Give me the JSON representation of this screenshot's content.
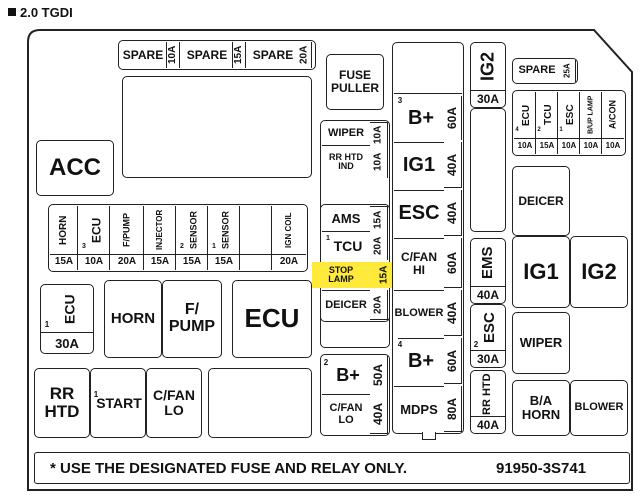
{
  "header": {
    "title": "2.0 TGDI"
  },
  "top_row": [
    {
      "label": "SPARE",
      "amp": "10A"
    },
    {
      "label": "SPARE",
      "amp": "15A"
    },
    {
      "label": "SPARE",
      "amp": "20A"
    }
  ],
  "fuse_puller": "FUSE PULLER",
  "acc": "ACC",
  "mini_row": [
    {
      "label": "HORN",
      "num": "",
      "amp": "15A"
    },
    {
      "label": "ECU",
      "num": "3",
      "amp": "10A"
    },
    {
      "label": "F/PUMP",
      "num": "",
      "amp": "20A"
    },
    {
      "label": "INJECTOR",
      "num": "",
      "amp": "15A"
    },
    {
      "label": "SENSOR",
      "num": "2",
      "amp": "15A"
    },
    {
      "label": "SENSOR",
      "num": "1",
      "amp": "15A"
    },
    {
      "label": "",
      "num": "",
      "amp": ""
    },
    {
      "label": "IGN COIL",
      "num": "",
      "amp": "20A"
    }
  ],
  "ecu1": {
    "num": "1",
    "label": "ECU",
    "amp": "30A"
  },
  "relays_mid": {
    "horn": "HORN",
    "fpump": "F/ PUMP",
    "ecu": "ECU"
  },
  "col_fuses": [
    {
      "label": "WIPER",
      "amp": "10A",
      "num": ""
    },
    {
      "label": "RR HTD IND",
      "amp": "10A",
      "num": ""
    },
    {
      "label": "AMS",
      "amp": "15A",
      "num": ""
    },
    {
      "label": "TCU",
      "amp": "20A",
      "num": "1"
    },
    {
      "label": "STOP LAMP",
      "amp": "15A",
      "num": ""
    },
    {
      "label": "DEICER",
      "amp": "20A",
      "num": ""
    }
  ],
  "b_plus_2": {
    "num": "2",
    "label": "B+",
    "amp": "50A"
  },
  "cfan_lo_small": {
    "label": "C/FAN LO",
    "amp": "40A"
  },
  "big_col": [
    {
      "num": "3",
      "label": "B+",
      "amp": "60A"
    },
    {
      "num": "",
      "label": "IG1",
      "amp": "40A"
    },
    {
      "num": "",
      "label": "ESC",
      "amp": "40A"
    },
    {
      "num": "",
      "label": "C/FAN HI",
      "amp": "60A"
    },
    {
      "num": "",
      "label": "BLOWER",
      "amp": "40A"
    },
    {
      "num": "4",
      "label": "B+",
      "amp": "60A"
    },
    {
      "num": "",
      "label": "MDPS",
      "amp": "80A"
    }
  ],
  "ig2": {
    "label": "IG2",
    "amp": "30A"
  },
  "ems": {
    "label": "EMS",
    "amp": "40A"
  },
  "esc2": {
    "num": "2",
    "label": "ESC",
    "amp": "30A"
  },
  "rr_htd_fuse": {
    "label": "RR HTD",
    "amp": "40A"
  },
  "right_top": {
    "spare": "SPARE",
    "spare_amp": "25A"
  },
  "right_mini": [
    {
      "num": "4",
      "label": "ECU",
      "amp": "10A"
    },
    {
      "num": "2",
      "label": "TCU",
      "amp": "15A"
    },
    {
      "num": "1",
      "label": "ESC",
      "amp": "10A"
    },
    {
      "num": "",
      "label": "B/UP LAMP",
      "amp": "10A"
    },
    {
      "num": "",
      "label": "A/CON",
      "amp": "10A"
    }
  ],
  "right_relays": {
    "deicer": "DEICER",
    "ig1": "IG1",
    "ig2": "IG2",
    "wiper": "WIPER",
    "bahorn": "B/A HORN",
    "blower": "BLOWER"
  },
  "bottom_relays": {
    "rrhtd": "RR HTD",
    "start_num": "1",
    "start": "START",
    "cfanlo": "C/FAN LO"
  },
  "footer": {
    "note": "* USE THE DESIGNATED FUSE AND RELAY ONLY.",
    "code": "91950-3S741"
  }
}
